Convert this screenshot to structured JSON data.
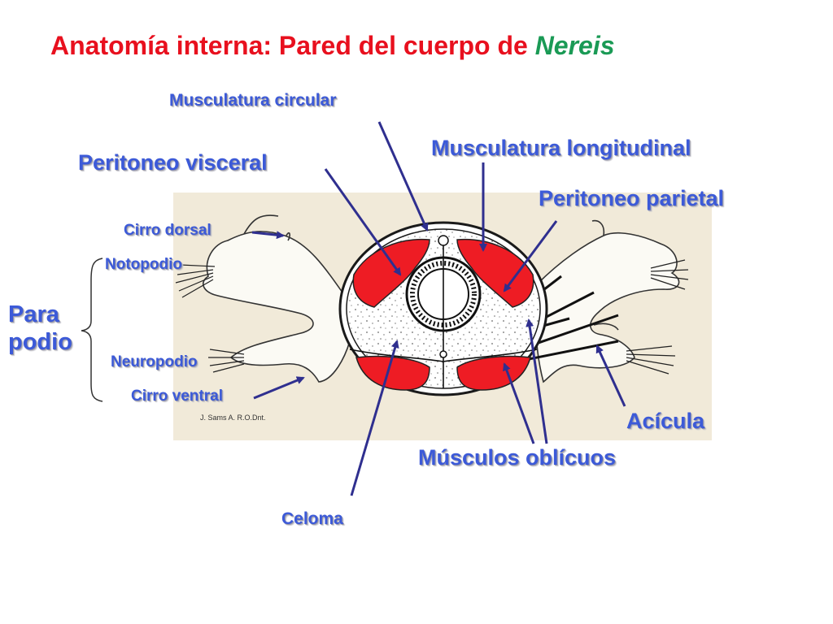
{
  "title": {
    "main": "Anatomía interna: Pared del cuerpo de ",
    "species": "Nereis"
  },
  "colors": {
    "title": "#e8101e",
    "species": "#1a9a55",
    "label": "#3c5ad8",
    "arrow": "#2f2f8f",
    "muscle": "#ee1c24",
    "background_panel": "#f1ead9"
  },
  "labels": {
    "musculatura_circular": "Musculatura circular",
    "musculatura_longitudinal": "Musculatura longitudinal",
    "peritoneo_visceral": "Peritoneo visceral",
    "peritoneo_parietal": "Peritoneo parietal",
    "cirro_dorsal": "Cirro dorsal",
    "notopodio": "Notopodio",
    "parapodio_line1": "Para",
    "parapodio_line2": "podio",
    "neuropodio": "Neuropodio",
    "cirro_ventral": "Cirro ventral",
    "acicula": "Acícula",
    "musculos_obliquos": "Músculos oblícuos",
    "celoma": "Celoma"
  },
  "credit": "J. Sams A. R.O.Dnt."
}
